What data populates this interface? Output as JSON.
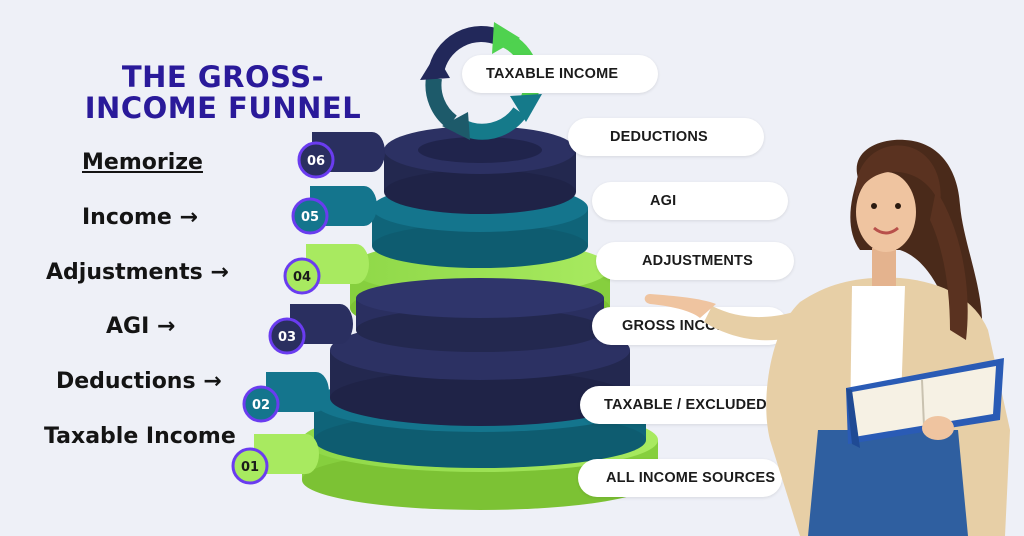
{
  "title": {
    "line1": "THE GROSS-",
    "line2": "INCOME FUNNEL"
  },
  "steps": {
    "heading": "Memorize",
    "items": [
      "Income →",
      "Adjustments →",
      "AGI →",
      "Deductions →",
      "Taxable Income"
    ]
  },
  "tabs": [
    "06",
    "05",
    "04",
    "03",
    "02",
    "01"
  ],
  "labels": [
    "TAXABLE INCOME",
    "DEDUCTIONS",
    "AGI",
    "ADJUSTMENTS",
    "GROSS INCOME",
    "TAXABLE / EXCLUDED TEST",
    "ALL INCOME SOURCES"
  ],
  "colors": {
    "navy": "#272b59",
    "teal": "#126e86",
    "green": "#9be24f",
    "title": "#2a1a9a"
  },
  "icons": [
    "cycle-arrows-icon",
    "presenter-illustration"
  ]
}
